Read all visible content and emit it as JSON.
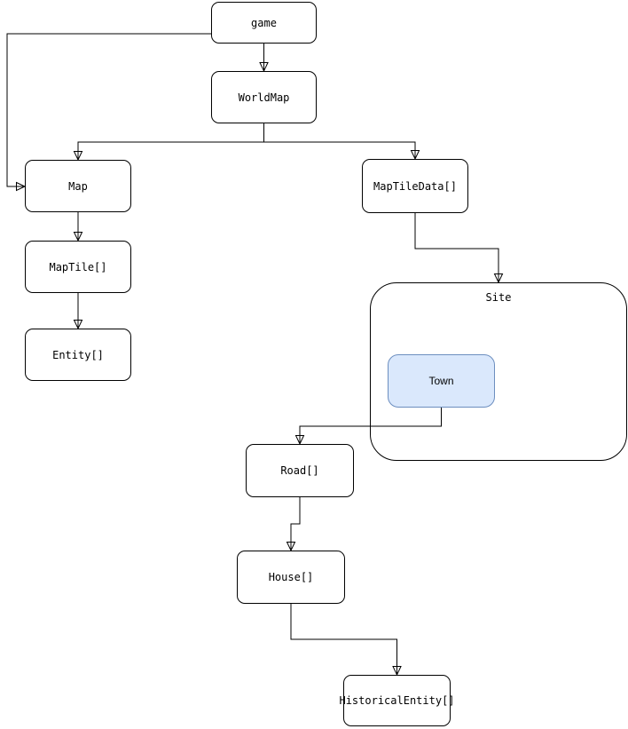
{
  "diagram": {
    "kind": "class-hierarchy-flowchart",
    "nodes": {
      "game": {
        "label": "game"
      },
      "worldmap": {
        "label": "WorldMap"
      },
      "map": {
        "label": "Map"
      },
      "maptile": {
        "label": "MapTile[]"
      },
      "entity": {
        "label": "Entity[]"
      },
      "maptiledata": {
        "label": "MapTileData[]"
      },
      "site": {
        "label": "Site"
      },
      "town": {
        "label": "Town"
      },
      "road": {
        "label": "Road[]"
      },
      "house": {
        "label": "House[]"
      },
      "historical": {
        "label": "HistoricalEntity[]"
      }
    },
    "edges": [
      {
        "from": "game",
        "to": "WorldMap"
      },
      {
        "from": "game",
        "to": "Map"
      },
      {
        "from": "WorldMap",
        "to": "Map"
      },
      {
        "from": "WorldMap",
        "to": "MapTileData[]"
      },
      {
        "from": "Map",
        "to": "MapTile[]"
      },
      {
        "from": "MapTile[]",
        "to": "Entity[]"
      },
      {
        "from": "MapTileData[]",
        "to": "Site"
      },
      {
        "from": "Town",
        "to": "Road[]"
      },
      {
        "from": "Road[]",
        "to": "House[]"
      },
      {
        "from": "House[]",
        "to": "HistoricalEntity[]"
      }
    ],
    "containment": [
      {
        "parent": "Site",
        "child": "Town"
      }
    ],
    "colors": {
      "background": "#ffffff",
      "node_fill": "#ffffff",
      "node_stroke": "#000000",
      "town_fill": "#dae8fc",
      "town_stroke": "#6c8ebf",
      "connector": "#000000",
      "text": "#000000"
    }
  }
}
